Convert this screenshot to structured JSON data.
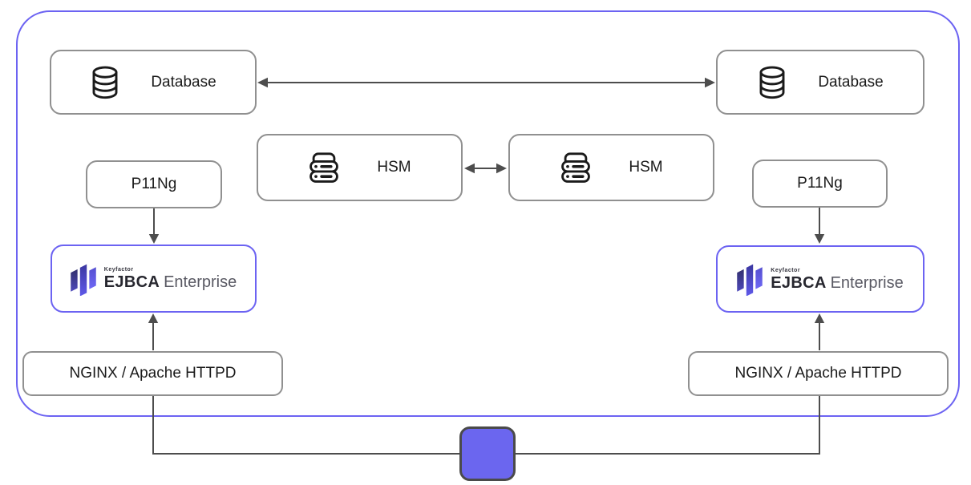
{
  "palette": {
    "accent": "#6c63f2",
    "hub_fill": "#6b66ef",
    "hub_stroke": "#4a4a4a",
    "connector": "#4d4d4d",
    "node_border": "#909090",
    "text": "#1a1a1a"
  },
  "nodes": {
    "database_left": {
      "label": "Database"
    },
    "database_right": {
      "label": "Database"
    },
    "hsm_left": {
      "label": "HSM"
    },
    "hsm_right": {
      "label": "HSM"
    },
    "p11ng_left": {
      "label": "P11Ng"
    },
    "p11ng_right": {
      "label": "P11Ng"
    },
    "ejbca_left": {
      "brand": "Keyfactor",
      "product": "EJBCA",
      "edition": "Enterprise"
    },
    "ejbca_right": {
      "brand": "Keyfactor",
      "product": "EJBCA",
      "edition": "Enterprise"
    },
    "webserver_left": {
      "label": "NGINX / Apache HTTPD"
    },
    "webserver_right": {
      "label": "NGINX / Apache HTTPD"
    }
  }
}
